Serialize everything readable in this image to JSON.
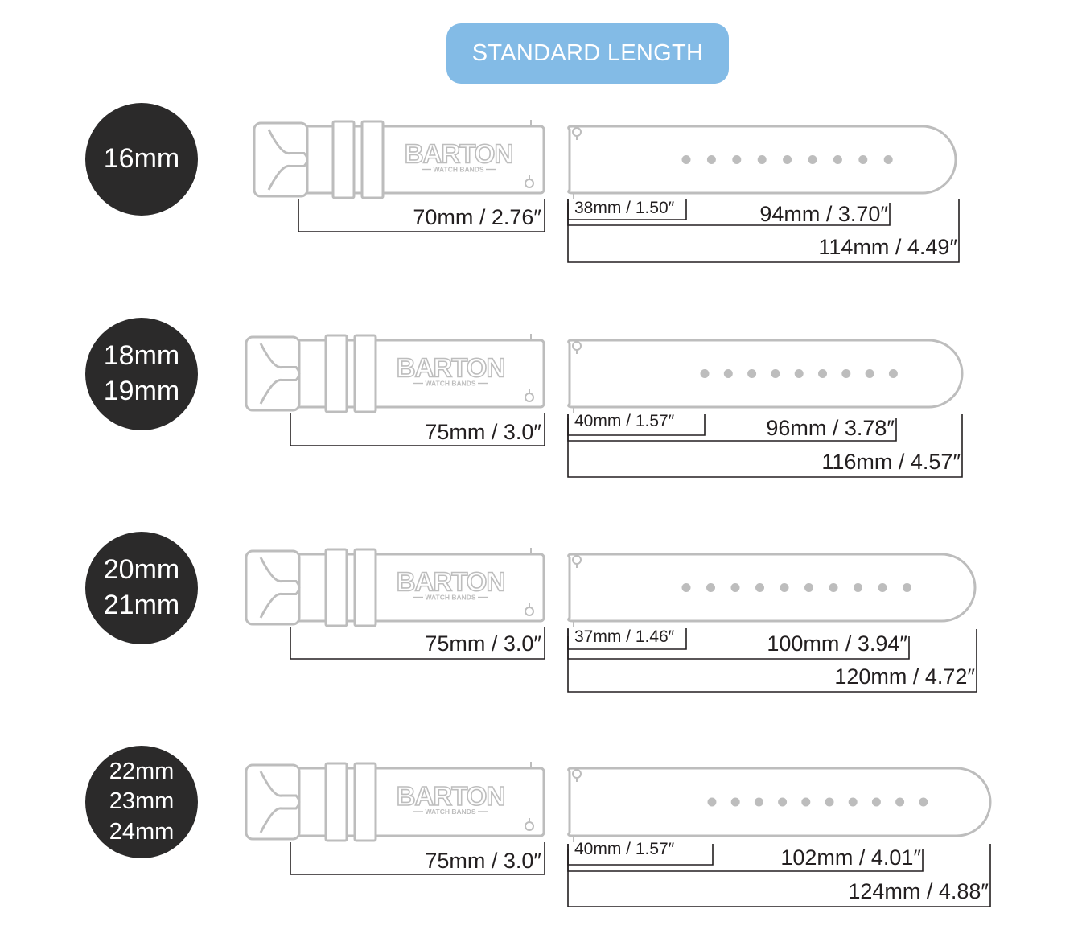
{
  "header": {
    "title": "STANDARD LENGTH"
  },
  "brand": {
    "name": "BARTON",
    "sub": "WATCH BANDS"
  },
  "colors": {
    "header": "#83bbe6",
    "circle": "#2b2a2a",
    "strap_outline": "#bdbdbd",
    "lines": "#231f20"
  },
  "rows": [
    {
      "sizes": [
        "16mm"
      ],
      "buckle": "70mm / 2.76″",
      "tip": "38mm / 1.50″",
      "holes_len": "94mm / 3.70″",
      "total": "114mm / 4.49″",
      "hole_count": 9
    },
    {
      "sizes": [
        "18mm",
        "19mm"
      ],
      "buckle": "75mm / 3.0″",
      "tip": "40mm / 1.57″",
      "holes_len": "96mm / 3.78″",
      "total": "116mm / 4.57″",
      "hole_count": 9
    },
    {
      "sizes": [
        "20mm",
        "21mm"
      ],
      "buckle": "75mm / 3.0″",
      "tip": "37mm / 1.46″",
      "holes_len": "100mm / 3.94″",
      "total": "120mm / 4.72″",
      "hole_count": 10
    },
    {
      "sizes": [
        "22mm",
        "23mm",
        "24mm"
      ],
      "buckle": "75mm / 3.0″",
      "tip": "40mm / 1.57″",
      "holes_len": "102mm / 4.01″",
      "total": "124mm / 4.88″",
      "hole_count": 10
    }
  ]
}
